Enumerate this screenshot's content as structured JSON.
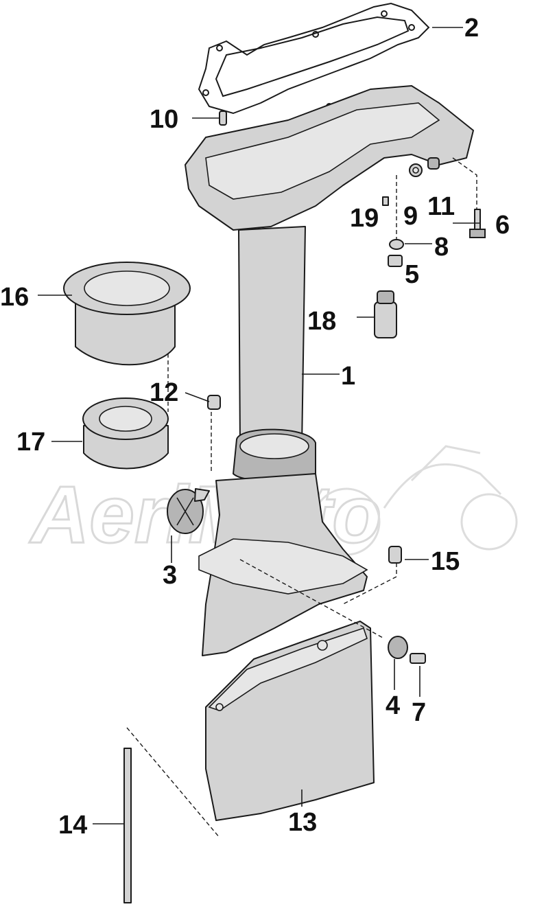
{
  "watermark": {
    "text": "AeriMoto"
  },
  "callouts": [
    {
      "id": "1",
      "text": "1"
    },
    {
      "id": "2",
      "text": "2"
    },
    {
      "id": "3",
      "text": "3"
    },
    {
      "id": "4",
      "text": "4"
    },
    {
      "id": "5",
      "text": "5"
    },
    {
      "id": "6",
      "text": "6"
    },
    {
      "id": "7",
      "text": "7"
    },
    {
      "id": "8",
      "text": "8"
    },
    {
      "id": "9",
      "text": "9"
    },
    {
      "id": "10",
      "text": "10"
    },
    {
      "id": "11",
      "text": "11"
    },
    {
      "id": "12",
      "text": "12"
    },
    {
      "id": "13",
      "text": "13"
    },
    {
      "id": "14",
      "text": "14"
    },
    {
      "id": "15",
      "text": "15"
    },
    {
      "id": "16",
      "text": "16"
    },
    {
      "id": "17",
      "text": "17"
    },
    {
      "id": "18",
      "text": "18"
    },
    {
      "id": "19",
      "text": "19"
    }
  ],
  "colors": {
    "part_fill": "#d3d3d3",
    "line": "#1a1a1a",
    "background": "#ffffff",
    "watermark": "#d9d9d9"
  }
}
